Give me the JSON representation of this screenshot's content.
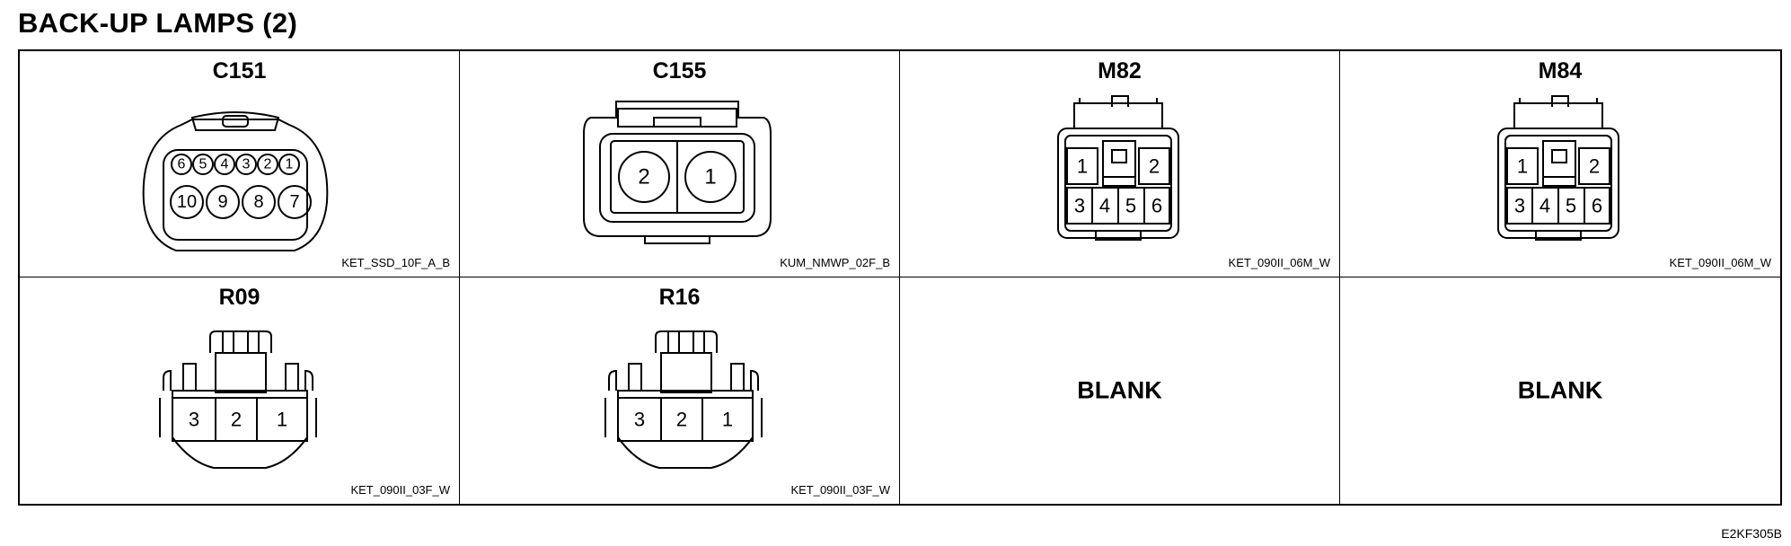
{
  "page_title": "BACK-UP LAMPS (2)",
  "figure_id": "E2KF305B",
  "cells": [
    {
      "name": "C151",
      "code": "KET_SSD_10F_A_B",
      "pins": [
        "6",
        "5",
        "4",
        "3",
        "2",
        "1",
        "10",
        "9",
        "8",
        "7"
      ]
    },
    {
      "name": "C155",
      "code": "KUM_NMWP_02F_B",
      "pins": [
        "2",
        "1"
      ]
    },
    {
      "name": "M82",
      "code": "KET_090II_06M_W",
      "pins": [
        "1",
        "2",
        "3",
        "4",
        "5",
        "6"
      ]
    },
    {
      "name": "M84",
      "code": "KET_090II_06M_W",
      "pins": [
        "1",
        "2",
        "3",
        "4",
        "5",
        "6"
      ]
    },
    {
      "name": "R09",
      "code": "KET_090II_03F_W",
      "pins": [
        "3",
        "2",
        "1"
      ]
    },
    {
      "name": "R16",
      "code": "KET_090II_03F_W",
      "pins": [
        "3",
        "2",
        "1"
      ]
    },
    {
      "label": "BLANK"
    },
    {
      "label": "BLANK"
    }
  ]
}
